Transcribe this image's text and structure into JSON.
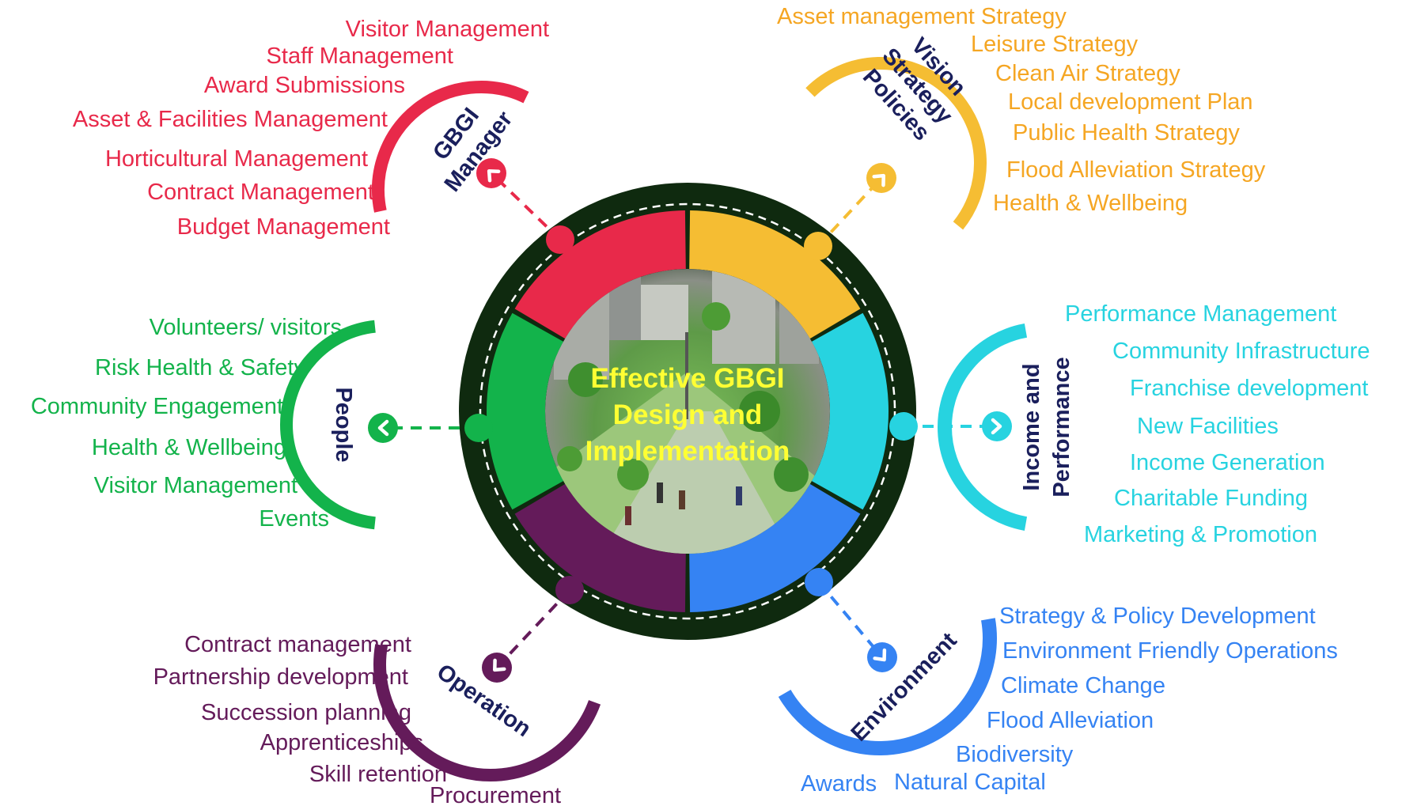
{
  "center": {
    "lines": [
      "Effective GBGI",
      "Design and",
      "Implementation"
    ],
    "text_color": "#ffff33",
    "ring_color": "#0f2a0f"
  },
  "segments": [
    {
      "key": "manager",
      "color": "#e8294a"
    },
    {
      "key": "vision",
      "color": "#f5bd33"
    },
    {
      "key": "income",
      "color": "#27d3e0"
    },
    {
      "key": "environment",
      "color": "#3583f3"
    },
    {
      "key": "operation",
      "color": "#641b5a"
    },
    {
      "key": "people",
      "color": "#13b34b"
    }
  ],
  "groups": {
    "manager": {
      "color": "#e8294a",
      "label_color": "#1a1f5c",
      "label_lines": [
        "GBGI",
        "Manager"
      ],
      "items": [
        "Visitor Management",
        "Staff Management",
        "Award Submissions",
        "Asset & Facilities Management",
        "Horticultural Management",
        "Contract Management",
        "Budget Management"
      ]
    },
    "vision": {
      "color": "#f5bd33",
      "item_color": "#f5a623",
      "label_color": "#1a1f5c",
      "label_lines": [
        "Vision",
        "Strategy",
        "Policies"
      ],
      "items": [
        "Asset management Strategy",
        "Leisure Strategy",
        "Clean Air Strategy",
        "Local development Plan",
        "Public Health Strategy",
        "Flood Alleviation Strategy",
        "Health & Wellbeing"
      ]
    },
    "income": {
      "color": "#27d3e0",
      "label_color": "#1a1f5c",
      "label_lines": [
        "Income and",
        "Performance"
      ],
      "items": [
        "Performance Management",
        "Community Infrastructure",
        "Franchise development",
        "New Facilities",
        "Income Generation",
        "Charitable Funding",
        "Marketing & Promotion"
      ]
    },
    "environment": {
      "color": "#3583f3",
      "label_color": "#1a1f5c",
      "label_lines": [
        "Environment"
      ],
      "items": [
        "Strategy & Policy Development",
        "Environment Friendly Operations",
        "Climate Change",
        "Flood Alleviation",
        "Biodiversity",
        "Awards",
        "Natural Capital"
      ]
    },
    "operation": {
      "color": "#641b5a",
      "label_color": "#1a1f5c",
      "label_lines": [
        "Operation"
      ],
      "items": [
        "Contract management",
        "Partnership development",
        "Succession planning",
        "Apprenticeships",
        "Skill retention",
        "Procurement"
      ]
    },
    "people": {
      "color": "#13b34b",
      "label_color": "#1a1f5c",
      "label_lines": [
        "People"
      ],
      "items": [
        "Volunteers/ visitors",
        "Risk Health & Safety",
        "Community Engagement",
        "Health & Wellbeing",
        "Visitor Management",
        "Events"
      ]
    }
  }
}
